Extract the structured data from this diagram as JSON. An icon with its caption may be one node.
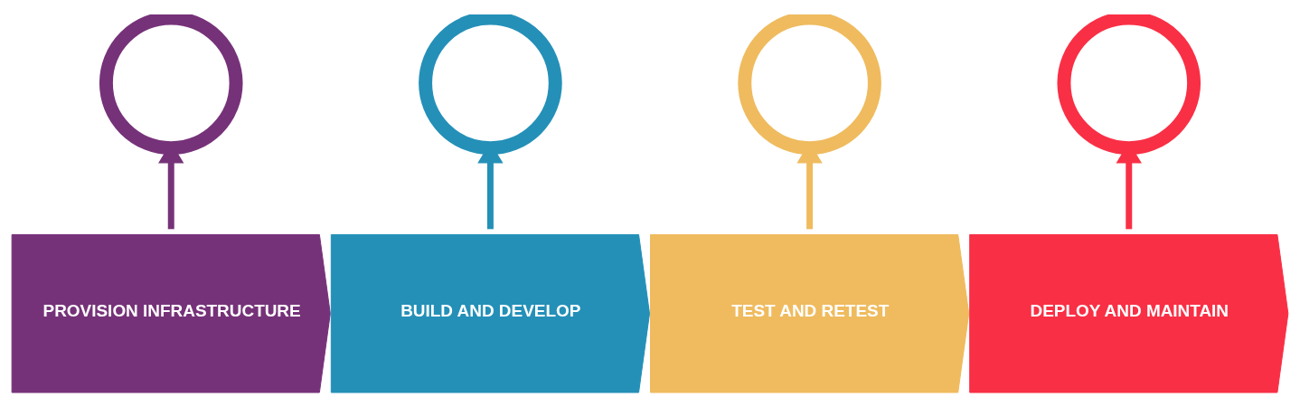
{
  "diagram": {
    "nodes": [
      {
        "text": [],
        "shape": "circle"
      },
      {
        "text": [],
        "shape": "circle"
      },
      {
        "text": [],
        "shape": "circle"
      },
      {
        "text": [],
        "shape": "circle"
      },
      {
        "text": [
          "PROVISION INFRASTRUCTURE"
        ]
      },
      {
        "text": [
          "BUILD AND DEVELOP"
        ]
      },
      {
        "text": [
          "TEST AND RETEST"
        ]
      },
      {
        "text": [
          "DEPLOY AND MAINTAIN"
        ]
      }
    ],
    "edges": [
      {
        "from": 4,
        "to": 0,
        "arrow": "to",
        "color": "#763279"
      },
      {
        "from": 5,
        "to": 1,
        "arrow": "to",
        "color": "#2490b8"
      },
      {
        "from": 6,
        "to": 2,
        "arrow": "to",
        "color": "#efbb5e"
      },
      {
        "from": 7,
        "to": 3,
        "arrow": "to",
        "color": "#f92f45"
      }
    ]
  }
}
